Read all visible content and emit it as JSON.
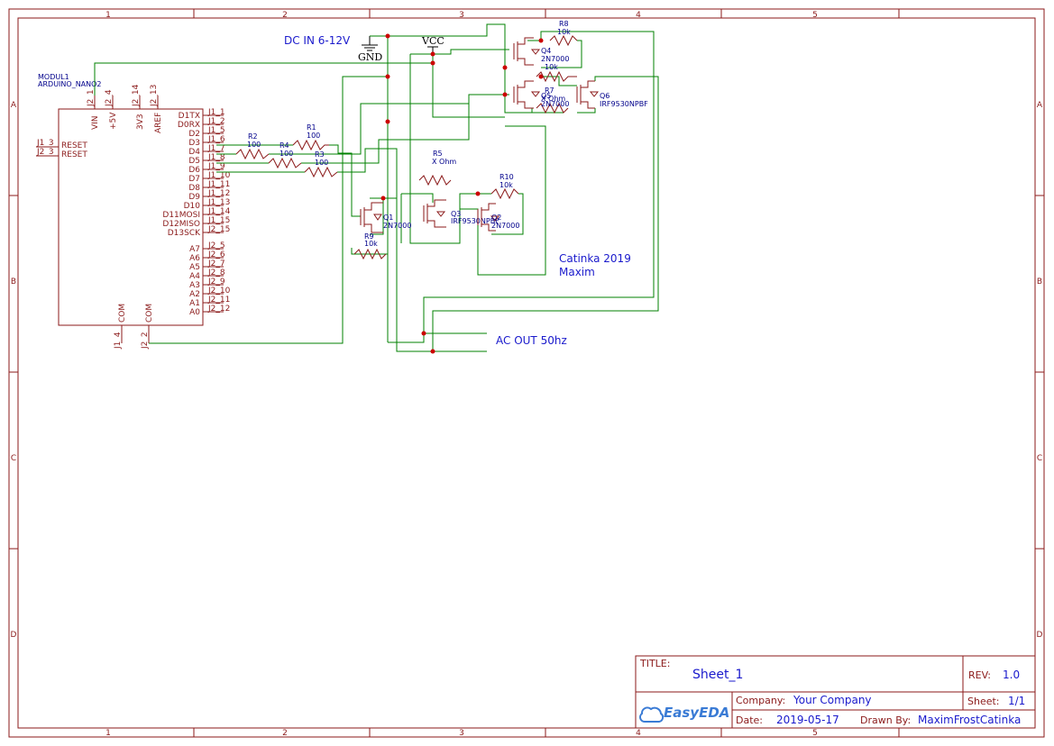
{
  "zones": {
    "top": [
      "1",
      "2",
      "3",
      "4",
      "5"
    ],
    "side": [
      "A",
      "B",
      "C",
      "D"
    ]
  },
  "annotations": {
    "dc_in": "DC IN 6-12V",
    "ac_out": "AC OUT 50hz",
    "author_line1": "Catinka 2019",
    "author_line2": "Maxim",
    "vcc": "VCC",
    "gnd": "GND"
  },
  "module": {
    "ref": "MODUL1",
    "name": "ARDUINO_NANO2",
    "top_pins": [
      {
        "num": "J2_1",
        "name": "VIN"
      },
      {
        "num": "J2_4",
        "name": "+5V"
      },
      {
        "num": "J2_14",
        "name": "3V3"
      },
      {
        "num": "J2_13",
        "name": "AREF"
      }
    ],
    "left_pins": [
      {
        "num": "J1_3",
        "name": "RESET"
      },
      {
        "num": "J2_3",
        "name": "RESET"
      }
    ],
    "right_pins": [
      {
        "num": "J1_1",
        "name": "D1TX"
      },
      {
        "num": "J1_2",
        "name": "D0RX"
      },
      {
        "num": "J1_5",
        "name": "D2"
      },
      {
        "num": "J1_6",
        "name": "D3"
      },
      {
        "num": "J1_7",
        "name": "D4"
      },
      {
        "num": "J1_8",
        "name": "D5"
      },
      {
        "num": "J1_9",
        "name": "D6"
      },
      {
        "num": "J1_10",
        "name": "D7"
      },
      {
        "num": "J1_11",
        "name": "D8"
      },
      {
        "num": "J1_12",
        "name": "D9"
      },
      {
        "num": "J1_13",
        "name": "D10"
      },
      {
        "num": "J1_14",
        "name": "D11MOSI"
      },
      {
        "num": "J1_15",
        "name": "D12MISO"
      },
      {
        "num": "J2_15",
        "name": "D13SCK"
      },
      {
        "num": "J2_5",
        "name": "A7"
      },
      {
        "num": "J2_6",
        "name": "A6"
      },
      {
        "num": "J2_7",
        "name": "A5"
      },
      {
        "num": "J2_8",
        "name": "A4"
      },
      {
        "num": "J2_9",
        "name": "A3"
      },
      {
        "num": "J2_10",
        "name": "A2"
      },
      {
        "num": "J2_11",
        "name": "A1"
      },
      {
        "num": "J2_12",
        "name": "A0"
      }
    ],
    "bottom_pins": [
      {
        "num": "J1_4",
        "name": "COM"
      },
      {
        "num": "J2_2",
        "name": "COM"
      }
    ]
  },
  "resistors": {
    "r1": {
      "ref": "R1",
      "val": "100"
    },
    "r2": {
      "ref": "R2",
      "val": "100"
    },
    "r3": {
      "ref": "R3",
      "val": "100"
    },
    "r4": {
      "ref": "R4",
      "val": "100"
    },
    "r5": {
      "ref": "R5",
      "val": "X Ohm"
    },
    "r7": {
      "ref": "R7",
      "val": "X Ohm"
    },
    "r8": {
      "ref": "R8",
      "val": "10k"
    },
    "r9": {
      "ref": "R9",
      "val": "10k"
    },
    "r10": {
      "ref": "R10",
      "val": "10k"
    },
    "r11": {
      "ref": "",
      "val": "10k"
    }
  },
  "mosfets": {
    "q1": {
      "ref": "Q1",
      "val": "2N7000"
    },
    "q2": {
      "ref": "Q2",
      "val": "2N7000"
    },
    "q3": {
      "ref": "Q3",
      "val": "IRF9530NPBF"
    },
    "q4": {
      "ref": "Q4",
      "val": "2N7000"
    },
    "q5": {
      "ref": "Q5",
      "val": "2N7000"
    },
    "q6": {
      "ref": "Q6",
      "val": "IRF9530NPBF"
    }
  },
  "title_block": {
    "title_label": "TITLE:",
    "title": "Sheet_1",
    "rev_label": "REV:",
    "rev": "1.0",
    "company_label": "Company:",
    "company": "Your Company",
    "sheet_label": "Sheet:",
    "sheet": "1/1",
    "date_label": "Date:",
    "date": "2019-05-17",
    "drawn_label": "Drawn By:",
    "drawn": "MaximFrostCatinka",
    "logo": "EasyEDA"
  }
}
